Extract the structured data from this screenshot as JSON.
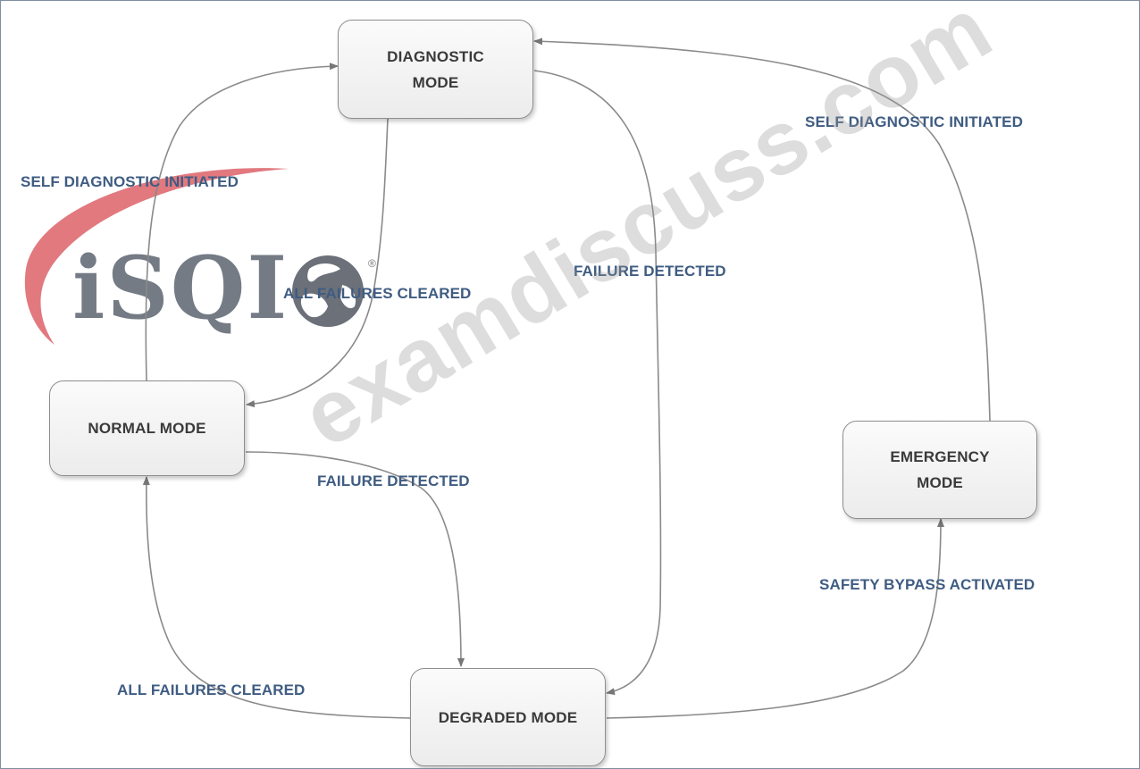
{
  "states": {
    "diagnostic": "DIAGNOSTIC\nMODE",
    "normal": "NORMAL MODE",
    "emergency": "EMERGENCY\nMODE",
    "degraded": "DEGRADED MODE"
  },
  "transitions": {
    "normal_to_diagnostic": "SELF DIAGNOSTIC INITIATED",
    "emergency_to_diagnostic": "SELF DIAGNOSTIC INITIATED",
    "diagnostic_to_normal": "ALL FAILURES CLEARED",
    "diagnostic_to_degraded": "FAILURE DETECTED",
    "normal_to_degraded": "FAILURE DETECTED",
    "degraded_to_emergency": "SAFETY BYPASS ACTIVATED",
    "degraded_to_normal": "ALL FAILURES CLEARED"
  },
  "logo": {
    "text": "iSQI",
    "registered": "®"
  },
  "watermark": "examdiscuss.com",
  "colors": {
    "label_text": "#3f5c82",
    "state_text": "#3a3a3a",
    "arrow": "#8a8a8a",
    "logo_swoosh": "#d9575f",
    "logo_text": "#5d6570"
  }
}
